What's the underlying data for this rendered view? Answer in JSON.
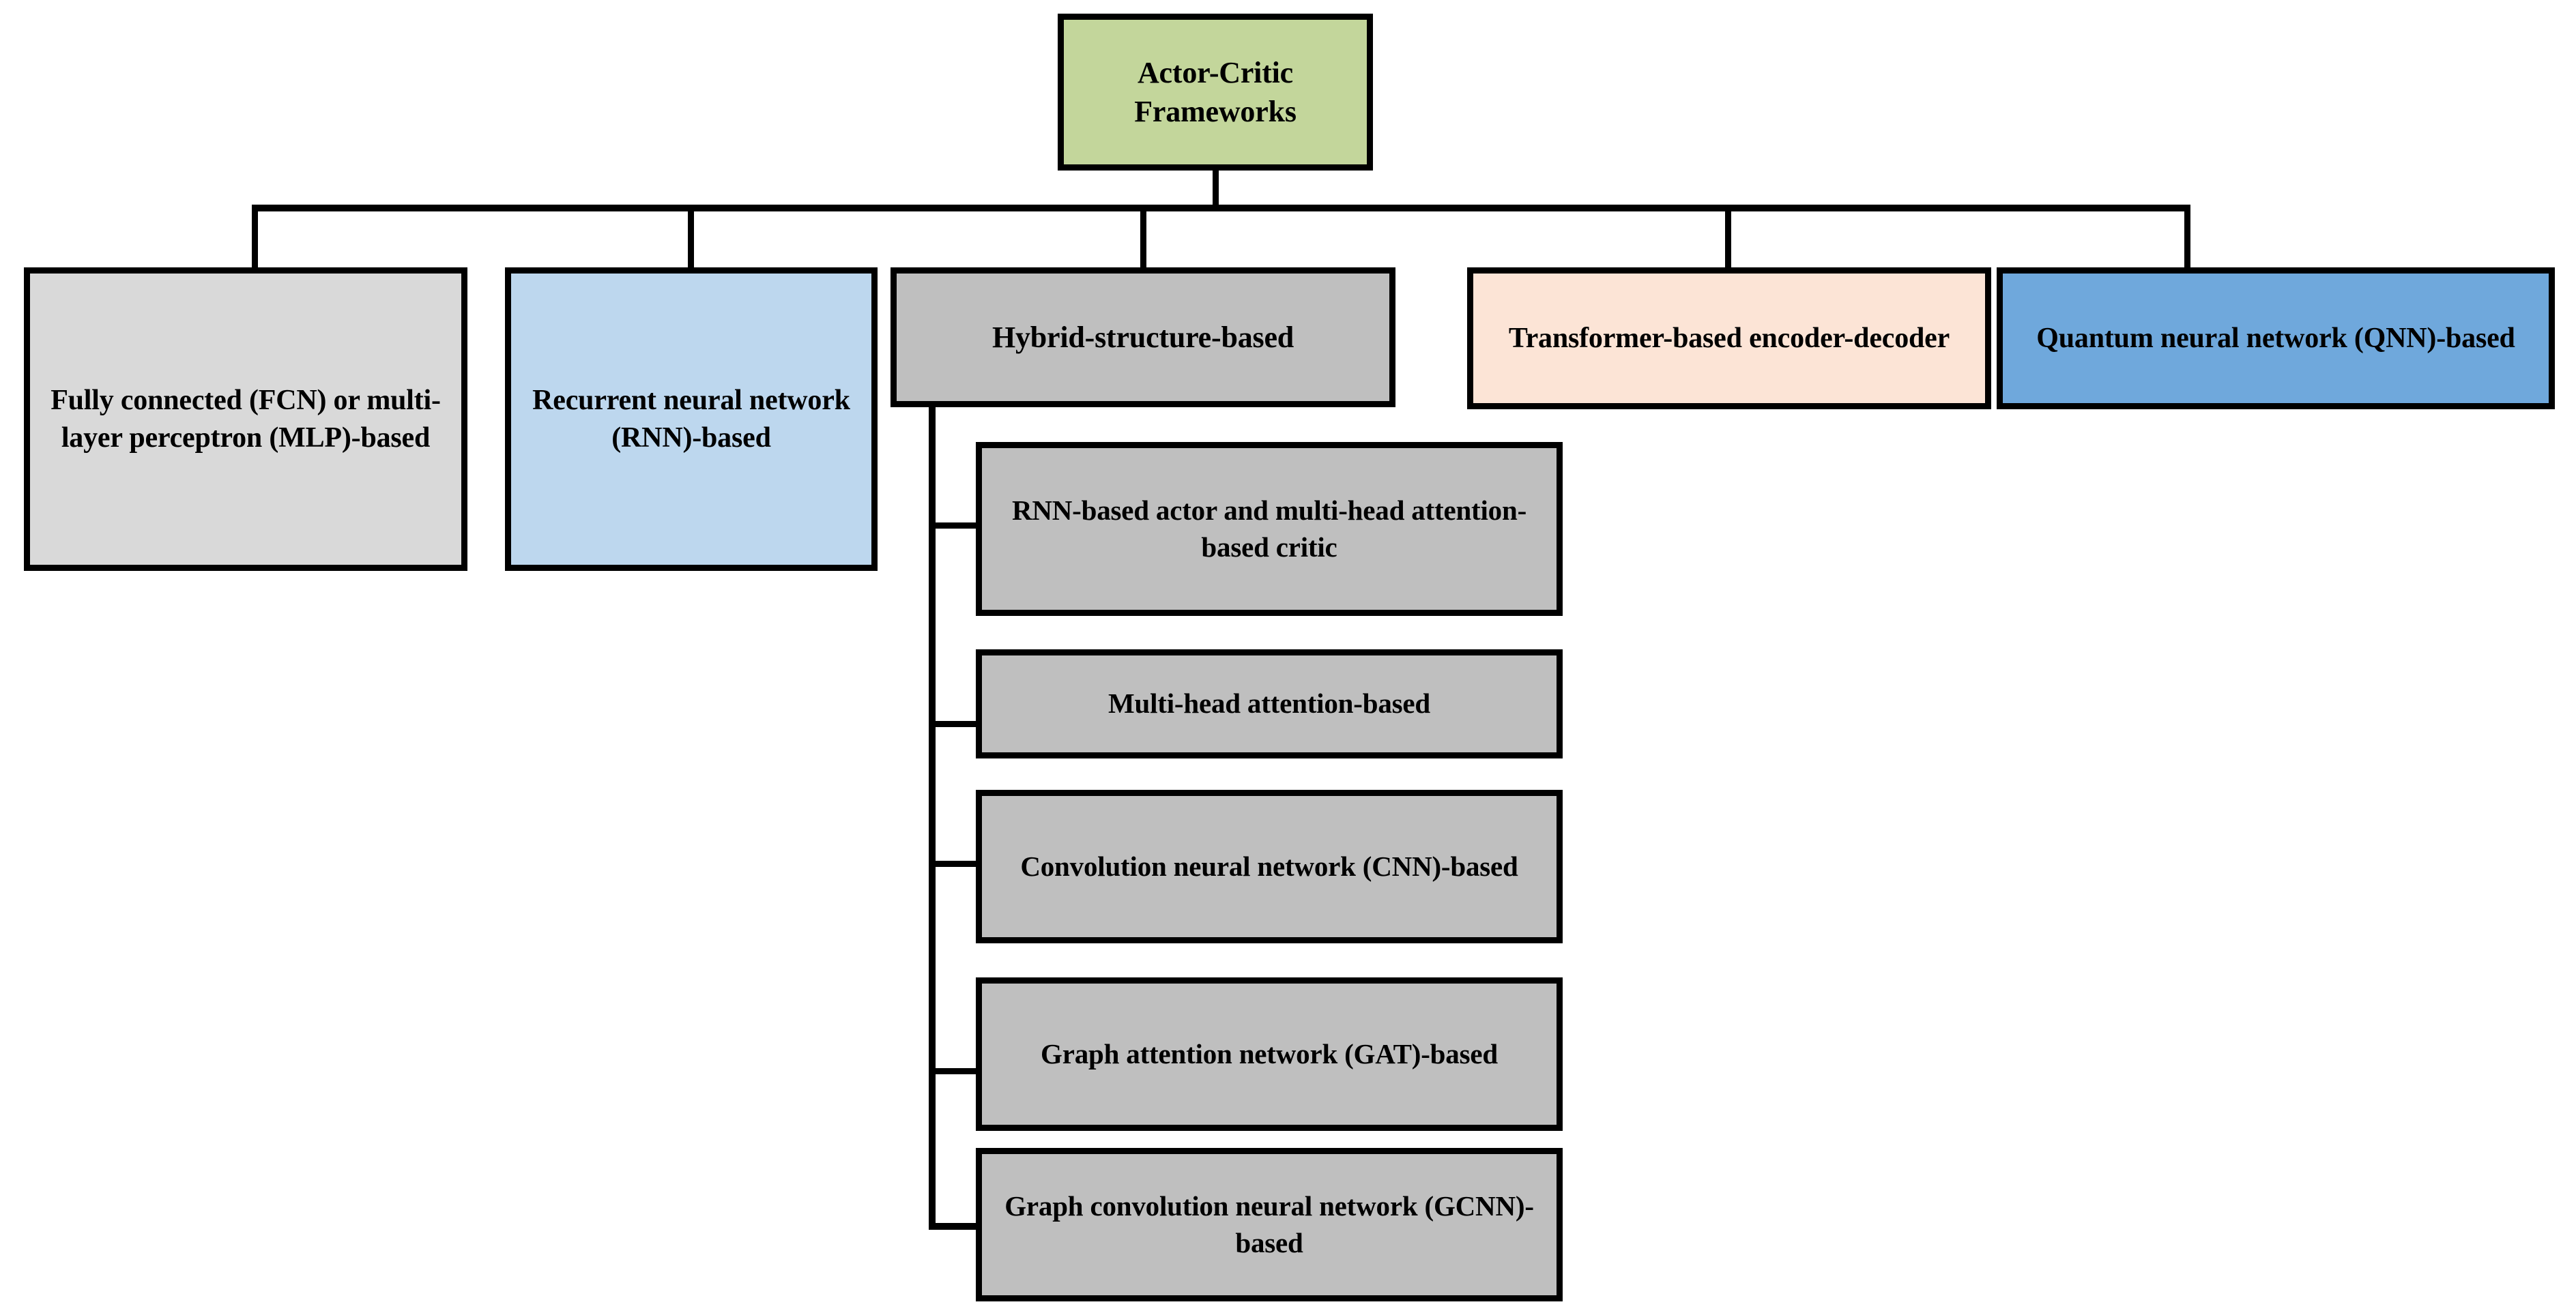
{
  "diagram": {
    "title": "Actor-Critic Frameworks",
    "type": "hierarchy-tree",
    "root": {
      "label": "Actor-Critic Frameworks",
      "color": "#c3d69b"
    },
    "level1": [
      {
        "label": "Fully connected (FCN) or multi-layer perceptron (MLP)-based",
        "color": "#d9d9d9"
      },
      {
        "label": "Recurrent neural network (RNN)-based",
        "color": "#bdd7ee"
      },
      {
        "label": "Hybrid-structure-based",
        "color": "#bfbfbf"
      },
      {
        "label": "Transformer-based encoder-decoder",
        "color": "#fce4d6"
      },
      {
        "label": "Quantum neural network (QNN)-based",
        "color": "#6fa8dc"
      }
    ],
    "hybrid_children": [
      {
        "label": "RNN-based actor and multi-head attention-based critic",
        "color": "#bfbfbf"
      },
      {
        "label": "Multi-head attention-based",
        "color": "#bfbfbf"
      },
      {
        "label": "Convolution neural network (CNN)-based",
        "color": "#bfbfbf"
      },
      {
        "label": "Graph attention network (GAT)-based",
        "color": "#bfbfbf"
      },
      {
        "label": "Graph convolution neural network (GCNN)-based",
        "color": "#bfbfbf"
      }
    ],
    "colors": {
      "border": "#000000",
      "background": "#ffffff",
      "text": "#000000",
      "root_fill": "#c3d69b",
      "gray_light_fill": "#d9d9d9",
      "gray_fill": "#bfbfbf",
      "blue_light_fill": "#bdd7ee",
      "blue_fill": "#6fa8dc",
      "peach_fill": "#fce4d6"
    }
  }
}
